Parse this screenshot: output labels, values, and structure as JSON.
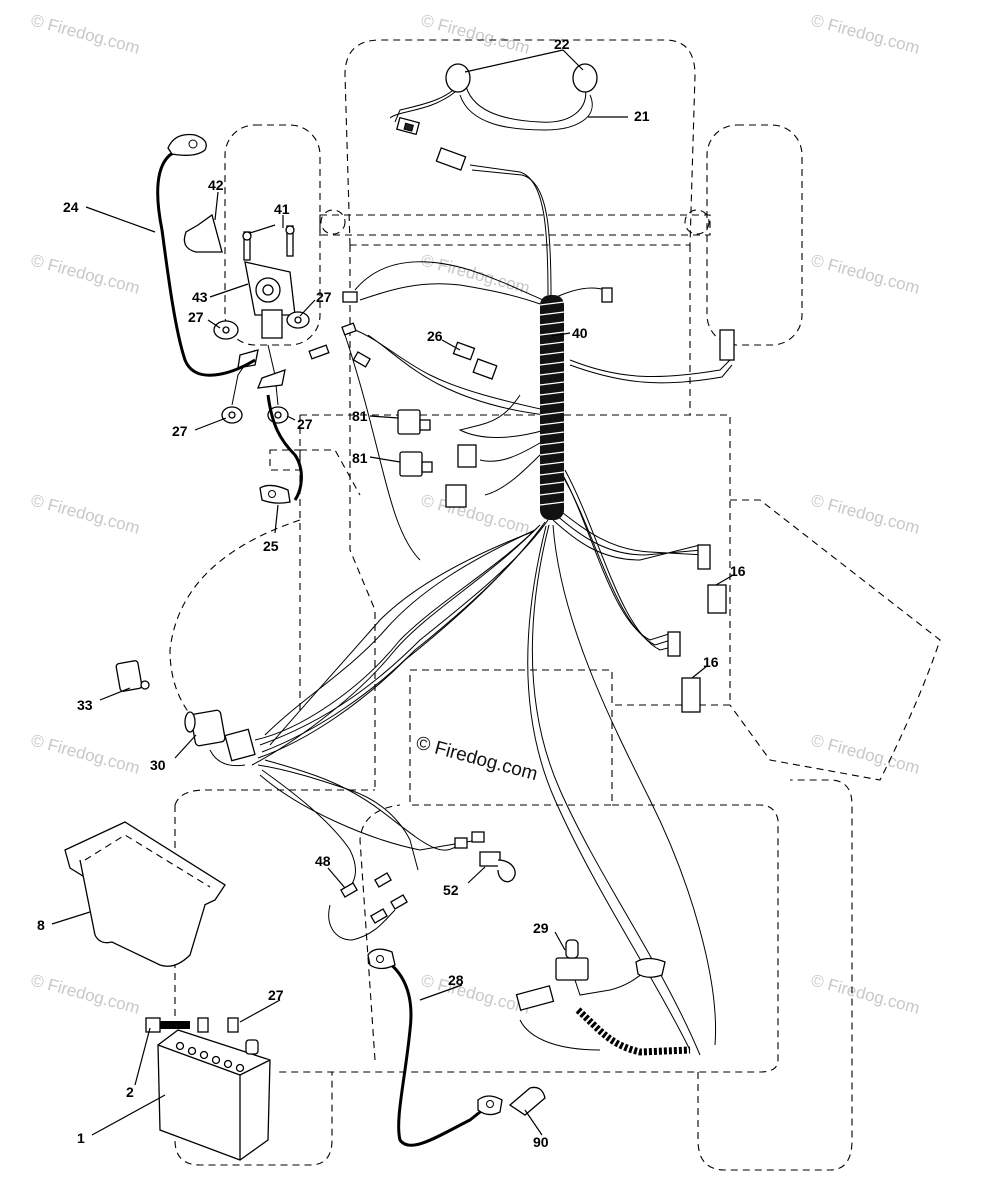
{
  "watermark": "© Firedog.com",
  "center_watermark": "© Firedog.com",
  "callouts": {
    "c1": "1",
    "c2": "2",
    "c8": "8",
    "c16a": "16",
    "c16b": "16",
    "c21": "21",
    "c22": "22",
    "c24": "24",
    "c25": "25",
    "c26": "26",
    "c27a": "27",
    "c27b": "27",
    "c27c": "27",
    "c27d": "27",
    "c27e": "27",
    "c28": "28",
    "c29": "29",
    "c30": "30",
    "c33": "33",
    "c40": "40",
    "c41": "41",
    "c42": "42",
    "c43": "43",
    "c48": "48",
    "c52": "52",
    "c81a": "81",
    "c81b": "81",
    "c90": "90"
  }
}
